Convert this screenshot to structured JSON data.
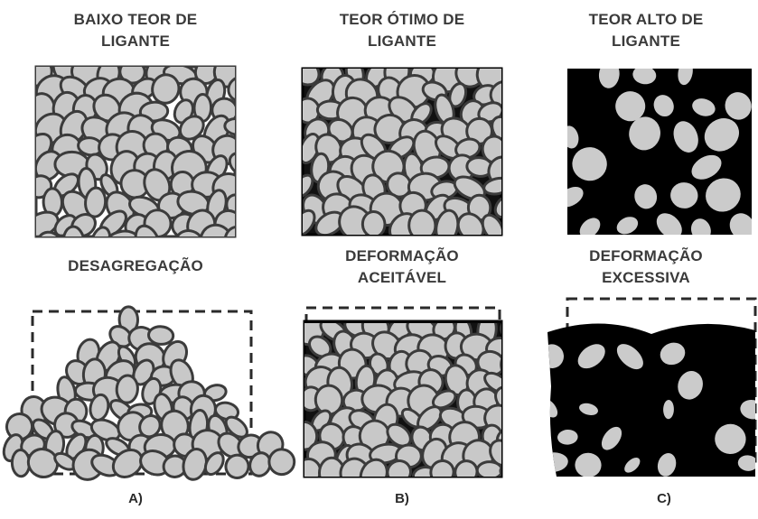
{
  "columns": [
    {
      "top_title": [
        "BAIXO TEOR DE",
        "LIGANTE"
      ],
      "bottom_title": [
        "DESAGREGAÇÃO"
      ],
      "caption": "A)"
    },
    {
      "top_title": [
        "TEOR ÓTIMO DE",
        "LIGANTE"
      ],
      "bottom_title": [
        "DEFORMAÇÃO",
        "ACEITÁVEL"
      ],
      "caption": "B)"
    },
    {
      "top_title": [
        "TEOR ALTO DE",
        "LIGANTE"
      ],
      "bottom_title": [
        "DEFORMAÇÃO",
        "EXCESSIVA"
      ],
      "caption": "C)"
    }
  ],
  "colors": {
    "aggregate": "#c8c8c8",
    "aggregate_outline": "#3b3b3b",
    "binder": "#000000"
  }
}
